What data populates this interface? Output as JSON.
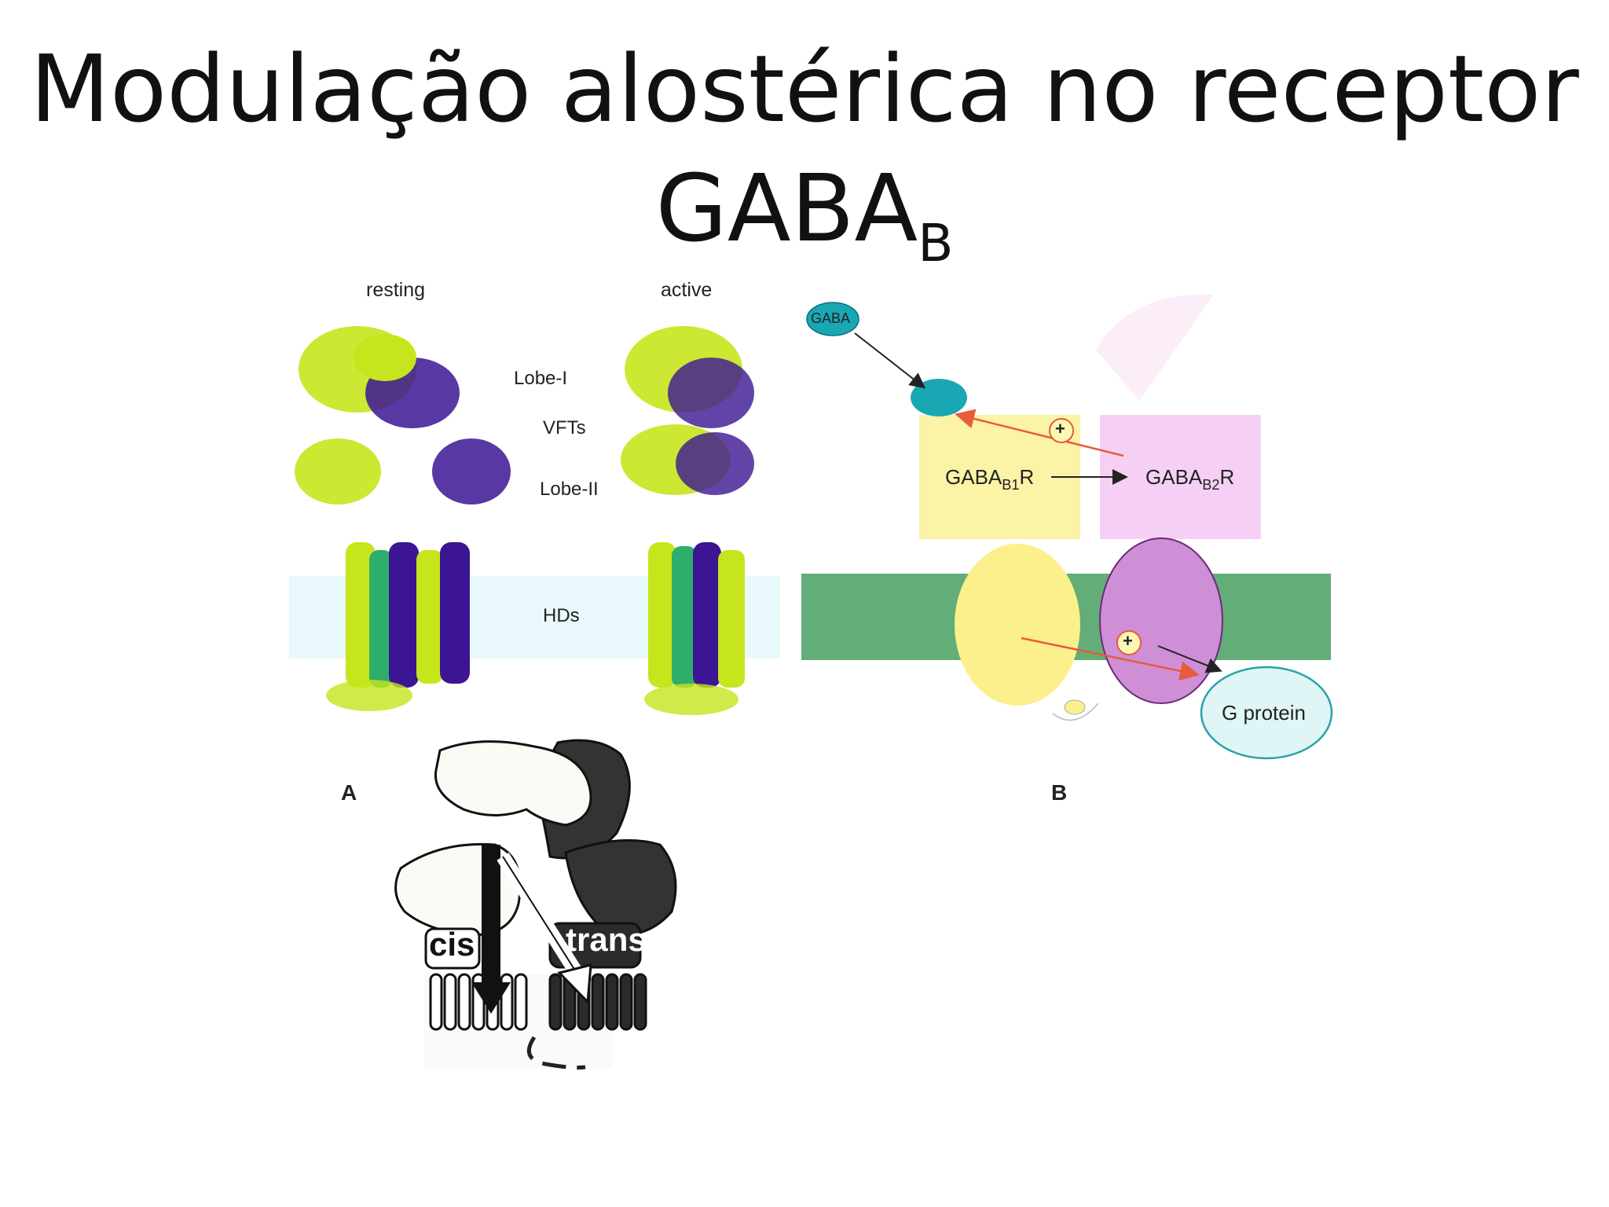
{
  "title": {
    "line1": "Modulação alostérica no receptor",
    "line2_main": "GABA",
    "line2_sub": "B"
  },
  "panel_a": {
    "states": [
      "resting",
      "active"
    ],
    "labels": {
      "lobe1": "Lobe-I",
      "vfts": "VFTs",
      "lobe2": "Lobe-II",
      "hds": "HDs"
    },
    "panel_letter": "A"
  },
  "panel_b": {
    "gaba": "GABA",
    "gb1_main": "GABA",
    "gb1_sub": "B1",
    "gb1_suffix": "R",
    "gb2_main": "GABA",
    "gb2_sub": "B2",
    "gb2_suffix": "R",
    "plus": "+",
    "g_protein": "G protein",
    "panel_letter": "B"
  },
  "schematic": {
    "cis": "cis",
    "trans": "trans"
  },
  "colors": {
    "lime": "#c6e51c",
    "indigo": "#3b1593",
    "membrane": "#63ad78",
    "gb1": "#fbf3a6",
    "gb2": "#f6d0f4",
    "gb2_td": "#cf8fd6",
    "gaba": "#1aa7b4",
    "arrow_red": "#e85b3b"
  }
}
